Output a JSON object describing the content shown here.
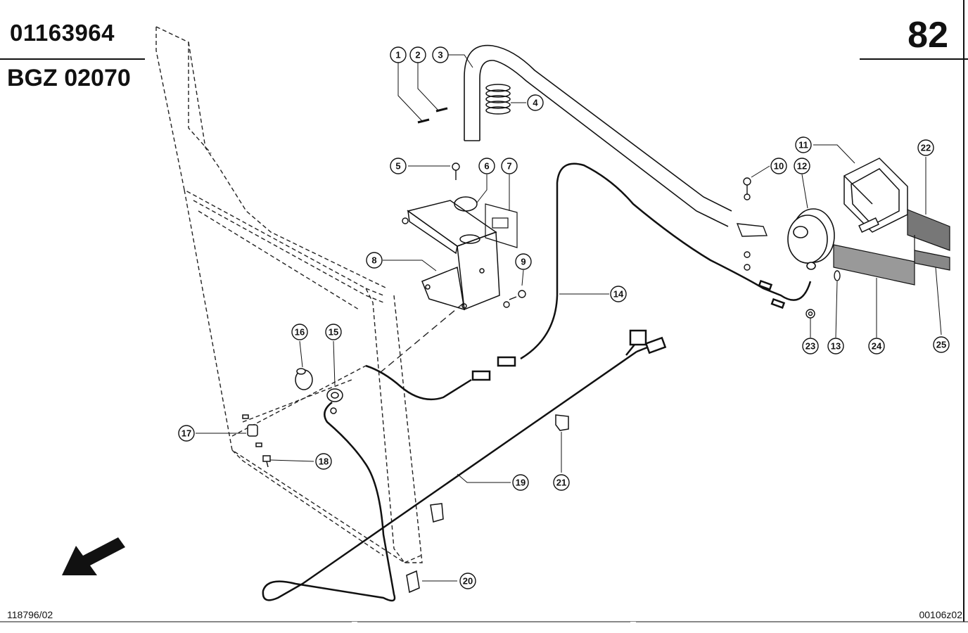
{
  "header": {
    "part_number": "01163964",
    "group_number": "BGZ 02070",
    "page_number": "82"
  },
  "footer": {
    "left_ref": "118796/02",
    "right_ref": "00106z02"
  },
  "callouts": [
    "1",
    "2",
    "3",
    "4",
    "5",
    "6",
    "7",
    "8",
    "9",
    "10",
    "11",
    "12",
    "13",
    "14",
    "15",
    "16",
    "17",
    "18",
    "19",
    "20",
    "21",
    "22",
    "23",
    "24",
    "25"
  ],
  "icons": {
    "direction_arrow": "arrow-down-left-icon"
  }
}
